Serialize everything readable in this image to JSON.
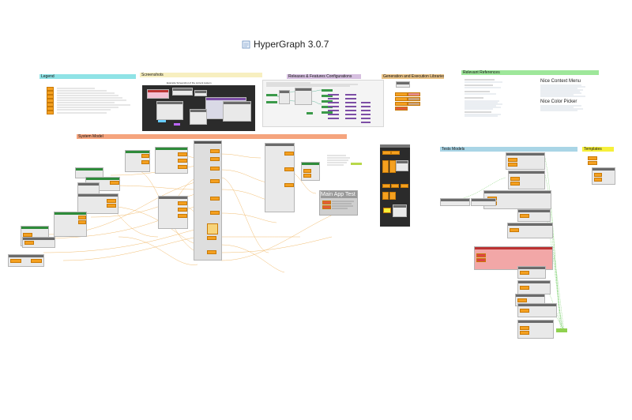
{
  "app": {
    "title": "HyperGraph 3.0.7"
  },
  "colors": {
    "legend": "#8fe3e6",
    "screenshots": "#f7efc0",
    "releases": "#d6bfe0",
    "generation": "#eac388",
    "references": "#9ee79a",
    "system_model": "#f5a47e",
    "tests_models": "#a9d5e6",
    "templates": "#f6f03a",
    "node_orange": "#f4a020",
    "wire": "#f0b560"
  },
  "sections": {
    "legend": "Legend",
    "screenshots": "Screenshots",
    "releases": "Releases & Features Configurations",
    "generation": "Generation and Execution Libraries",
    "references": "Relevant References",
    "system_model": "System Model",
    "tests_models": "Tests Models",
    "templates": "Templates"
  },
  "screenshots": {
    "caption": "Example Screenshot of the current system"
  },
  "references": {
    "context_menu": "Nice Context Menu",
    "color_picker": "Nice Color Picker"
  },
  "main_app": {
    "label": "Main App Test"
  }
}
